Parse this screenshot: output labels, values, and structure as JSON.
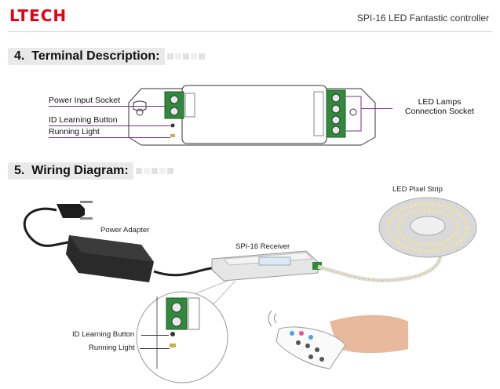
{
  "header": {
    "logo": "LTECH",
    "title": "SPI-16 LED Fantastic controller"
  },
  "sections": [
    {
      "number": "4.",
      "title": "Terminal Description:"
    },
    {
      "number": "5.",
      "title": "Wiring Diagram:"
    }
  ],
  "terminal": {
    "labels": {
      "power_input_socket": "Power Input Socket",
      "id_learning_button": "ID Learning Button",
      "running_light": "Running Light",
      "led_lamps_line1": "LED Lamps",
      "led_lamps_line2": "Connection Socket"
    }
  },
  "wiring": {
    "labels": {
      "power_adapter": "Power Adapter",
      "receiver": "SPI-16 Receiver",
      "led_pixel_strip": "LED Pixel Strip",
      "id_learning_button": "ID Learning Button",
      "running_light": "Running Light"
    }
  },
  "colors": {
    "brand": "#e60012",
    "leader_line": "#7a2e8a",
    "terminal_green": "#2f8a3c"
  }
}
